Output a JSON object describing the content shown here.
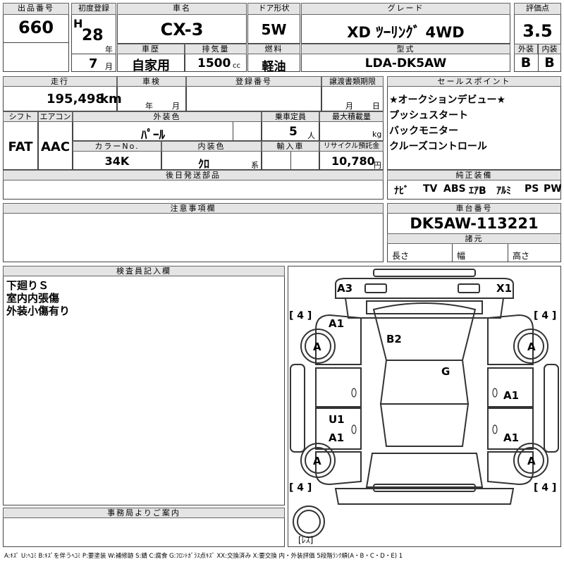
{
  "header": {
    "lot_label": "出品番号",
    "lot": "660",
    "reg_label": "初度登録",
    "era": "H",
    "year": "28",
    "year_unit": "年",
    "month": "7",
    "month_unit": "月",
    "name_label": "車名",
    "name": "CX-3",
    "door_label": "ドア形状",
    "door": "5W",
    "grade_label": "グレード",
    "grade": "XD ﾂｰﾘﾝｸﾞ 4WD",
    "score_label": "評価点",
    "score": "3.5",
    "ext_label": "外装",
    "ext": "B",
    "int_label": "内装",
    "int": "B",
    "history_label": "車歴",
    "history": "自家用",
    "disp_label": "排気量",
    "disp": "1500",
    "disp_unit": "cc",
    "fuel_label": "燃料",
    "fuel": "軽油",
    "model_label": "型式",
    "model": "LDA-DK5AW"
  },
  "row2": {
    "mileage_label": "走行",
    "mileage": "195,498",
    "mileage_unit": "km",
    "inspection_label": "車検",
    "inspection_year": "年",
    "inspection_month": "月",
    "plate_label": "登録番号",
    "transfer_label": "譲渡書類期限",
    "transfer_month": "月",
    "transfer_day": "日",
    "shift_label": "シフト",
    "shift": "FAT",
    "ac_label": "エアコン",
    "ac": "AAC",
    "color_label": "外装色",
    "color": "ﾊﾟｰﾙ",
    "capacity_label": "乗車定員",
    "capacity": "5",
    "capacity_unit": "人",
    "load_label": "最大積載量",
    "load_unit": "kg",
    "colorno_label": "カラーNo.",
    "colorno": "34K",
    "interior_label": "内装色",
    "interior": "ｸﾛ",
    "interior_unit": "系",
    "import_label": "輸入車",
    "recycle_label": "リサイクル預託金",
    "recycle": "10,780",
    "recycle_unit": "円"
  },
  "sales": {
    "label": "セールスポイント",
    "items": [
      "★オークションデビュー★",
      "プッシュスタート",
      "バックモニター",
      "クルーズコントロール"
    ]
  },
  "equip": {
    "label": "純正装備",
    "items": [
      "ﾅﾋﾞ",
      "TV",
      "ABS",
      "ｴｱB",
      "ｱﾙﾐ",
      "PS",
      "PW"
    ]
  },
  "later_label": "後日発送部品",
  "notes_label": "注意事項欄",
  "chassis": {
    "label": "車台番号",
    "number": "DK5AW-113221"
  },
  "dims": {
    "label": "諸元",
    "length": "長さ",
    "width": "幅",
    "height": "高さ"
  },
  "inspector": {
    "label": "検査員記入欄",
    "lines": [
      "下廻りＳ",
      "室内内張傷",
      "外装小傷有り"
    ]
  },
  "office_label": "事務局よりご案内",
  "diagram": {
    "marks": [
      "A3",
      "X1",
      "A1",
      "B2",
      "G",
      "A",
      "A",
      "A",
      "A",
      "A1",
      "A1",
      "U1",
      "A1"
    ],
    "tire_tags": [
      "[ 4 ]",
      "[ 4 ]",
      "[ 4 ]",
      "[ 4 ]"
    ],
    "spare": "[ﾚｽ]"
  },
  "legend": "A:ｷｽﾞ U:ﾍｺﾐ B:ｷｽﾞを伴うﾍｺﾐ P:要塗装 W:補修跡 S:錆 C:腐食 G:ﾌﾛﾝﾄｶﾞﾗｽ点ｷｽﾞ XX:交換済み X:要交換 内・外装評価 5段階ﾗﾝｸ順(A・B・C・D・E) 1"
}
